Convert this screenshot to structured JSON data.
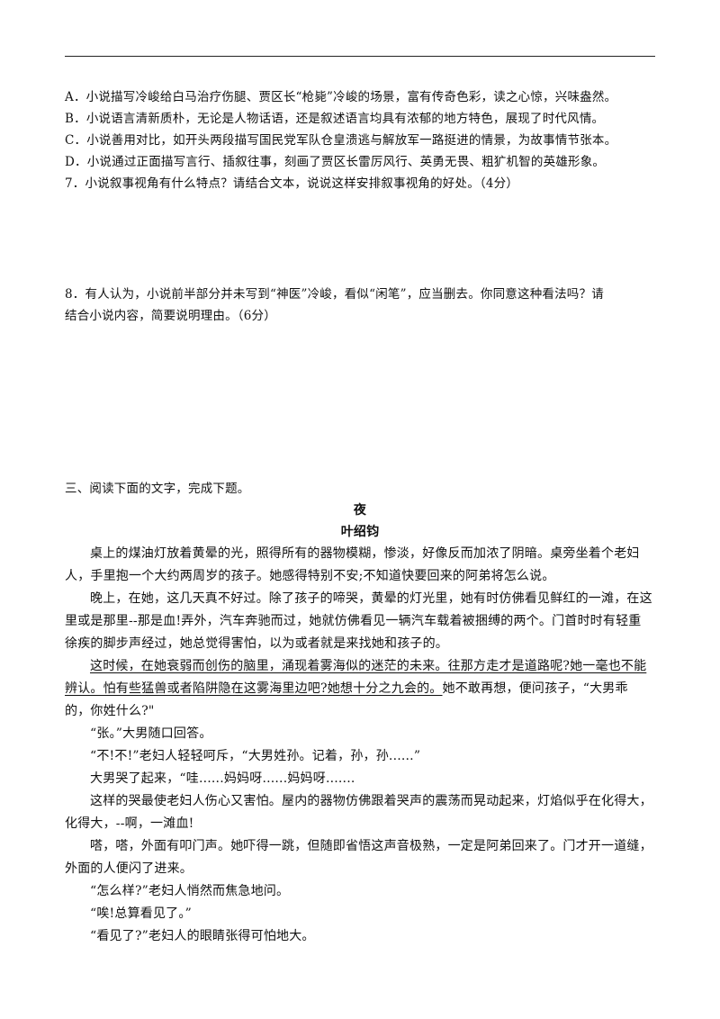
{
  "options": [
    "A．小说描写冷峻给白马治疗伤腿、贾区长“枪毙”冷峻的场景，富有传奇色彩，读之心惊，兴味盎然。",
    "B．小说语言清新质朴，无论是人物话语，还是叙述语言均具有浓郁的地方特色，展现了时代风情。",
    "C．小说善用对比，如开头两段描写国民党军队仓皇溃逃与解放军一路挺进的情景，为故事情节张本。",
    "D．小说通过正面描写言行、插叙往事，刻画了贾区长雷厉风行、英勇无畏、粗犷机智的英雄形象。"
  ],
  "q7": "7．小说叙事视角有什么特点？请结合文本，说说这样安排叙事视角的好处。（4分）",
  "q8": {
    "line1": "8．有人认为，小说前半部分并未写到“神医”冷峻，看似“闲笔”，应当删去。你同意这种看法吗？请",
    "line2": "结合小说内容，简要说明理由。（6分）"
  },
  "section3": "三、阅读下面的文字，完成下题。",
  "story": {
    "title": "夜",
    "author": "叶绍钧",
    "p1": [
      "桌上的煤油灯放着黄晕的光，照得所有的器物模糊，惨淡，好像反而加浓了阴暗。桌旁坐着个老妇",
      "人，手里抱一个大约两周岁的孩子。她感得特别不安;不知道快要回来的阿弟将怎么说。"
    ],
    "p2": [
      "晚上，在她，这几天真不好过。除了孩子的啼哭，黄晕的灯光里，她有时仿佛看见鲜红的一滩，在这",
      "里或是那里--那是血!弄外，汽车奔驰而过，她就仿佛看见一辆汽车载着被捆缚的两个。门首时时有轻重",
      "徐疾的脚步声经过，她总觉得害怕，以为或者就是来找她和孩子的。"
    ],
    "p3_u1": "这时候，在她衰弱而创伤的脑里，涌现着雾海似的迷茫的未来。往那方走才是道路呢?她一毫也不能",
    "p3_u2": "辨认。怕有些猛兽或者陷阱隐在这雾海里边吧?她想十分之九会的。",
    "p3_rest1": "她不敢再想，便问孩子，“大男乖",
    "p3_rest2": "的，你姓什么?\"",
    "d1": "“张。”大男随口回答。",
    "d2": "“不!不!”老妇人轻轻呵斥，“大男姓孙。记着，孙，孙......”",
    "d3": "大男哭了起来，“哇......妈妈呀......妈妈呀.......",
    "p4": [
      "这样的哭最使老妇人伤心又害怕。屋内的器物仿佛跟着哭声的震荡而晃动起来，灯焰似乎在化得大，",
      "化得大，--啊，一滩血!"
    ],
    "p5": [
      "嗒，嗒，外面有叩门声。她吓得一跳，但随即省悟这声音极熟，一定是阿弟回来了。门才开一道缝，",
      "外面的人便闪了进来。"
    ],
    "d4": "“怎么样?”老妇人悄然而焦急地问。",
    "d5": "“唉!总算看见了。”",
    "d6": "“看见了?”老妇人的眼睛张得可怕地大。"
  }
}
